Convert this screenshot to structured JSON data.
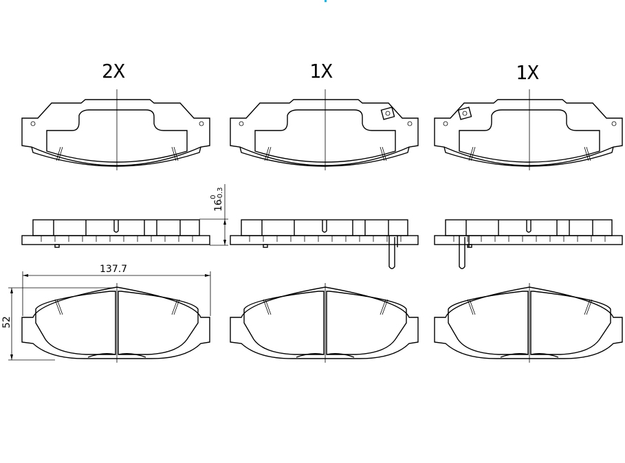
{
  "drawing": {
    "quantities": [
      "2X",
      "1X",
      "1X"
    ],
    "dimensions": {
      "length": "137.7",
      "height": "52",
      "thickness": "16",
      "tol_upper": "0",
      "tol_lower": "-0.3"
    },
    "colors": {
      "line": "#000000",
      "marker": "#00bfff"
    }
  }
}
